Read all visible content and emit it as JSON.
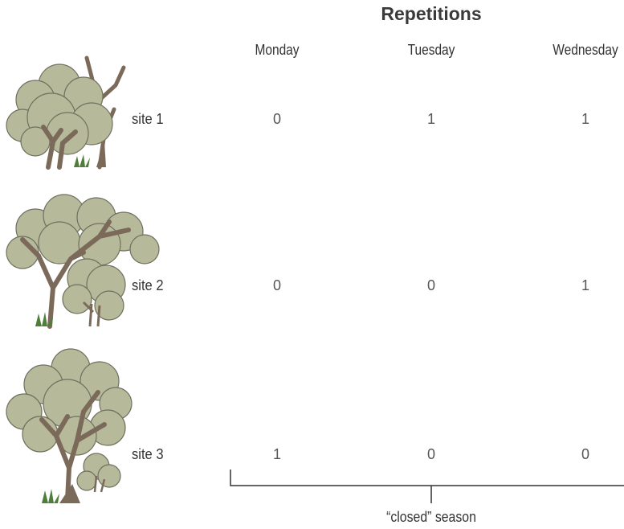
{
  "title": "Repetitions",
  "columns": [
    "Monday",
    "Tuesday",
    "Wednesday"
  ],
  "rows": [
    {
      "label": "site 1",
      "values": [
        "0",
        "1",
        "1"
      ]
    },
    {
      "label": "site 2",
      "values": [
        "0",
        "0",
        "1"
      ]
    },
    {
      "label": "site 3",
      "values": [
        "1",
        "0",
        "0"
      ]
    }
  ],
  "bracket_label": "“closed” season",
  "colors": {
    "foliage": "#b6b99a",
    "foliage_outline": "#6f705e",
    "trunk": "#7b6a5a",
    "grass": "#4f7d3a",
    "text": "#333333"
  },
  "icons": [
    "tree-icon",
    "tree-icon",
    "tree-icon"
  ]
}
